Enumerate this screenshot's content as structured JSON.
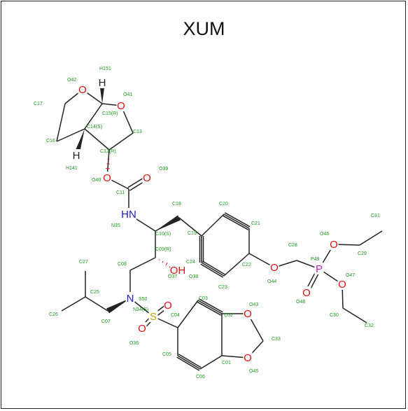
{
  "title": "XUM",
  "atoms": {
    "O42": {
      "symbol": "O",
      "label": "O42"
    },
    "H151": {
      "symbol": "H",
      "label": "H151"
    },
    "O41": {
      "symbol": "O",
      "label": "O41"
    },
    "C17": {
      "label": "C17"
    },
    "C15": {
      "label": "C15(R)"
    },
    "C14": {
      "label": "C14(S)"
    },
    "C13": {
      "label": "C13"
    },
    "C16": {
      "label": "C16"
    },
    "C12": {
      "label": "C12(R)"
    },
    "H141": {
      "symbol": "H",
      "label": "H141"
    },
    "O39": {
      "symbol": "O",
      "label": "O39"
    },
    "O40": {
      "symbol": "O",
      "label": "O40"
    },
    "C11": {
      "label": "C11"
    },
    "C18": {
      "label": "C18"
    },
    "C20": {
      "label": "C20"
    },
    "N35": {
      "symbol": "HN",
      "label": "N35"
    },
    "C10": {
      "label": "C10(S)"
    },
    "C19": {
      "label": "C19"
    },
    "C21": {
      "label": "C21"
    },
    "C31": {
      "label": "C31"
    },
    "O46": {
      "symbol": "O",
      "label": "O46"
    },
    "C28": {
      "label": "C28"
    },
    "C29": {
      "label": "C29"
    },
    "C09": {
      "label": "C09(R)"
    },
    "P49": {
      "symbol": "P",
      "label": "P49"
    },
    "C27": {
      "label": "C27"
    },
    "C08": {
      "label": "C08"
    },
    "C24": {
      "label": "C24"
    },
    "C22": {
      "label": "C22"
    },
    "O37": {
      "symbol": "OH",
      "label": "O37"
    },
    "O38": {
      "label": "O38"
    },
    "O47": {
      "symbol": "O",
      "label": "O47"
    },
    "C23": {
      "label": "C23"
    },
    "O44": {
      "symbol": "O",
      "label": "O44"
    },
    "C25": {
      "label": "C25"
    },
    "N34": {
      "symbol": "N",
      "label": "N34(S)"
    },
    "S50": {
      "symbol": "S",
      "label": "S50"
    },
    "O48": {
      "symbol": "O",
      "label": "O48"
    },
    "C03": {
      "label": "C03"
    },
    "C04": {
      "label": "C04"
    },
    "C02": {
      "label": "C02"
    },
    "O43": {
      "symbol": "O",
      "label": "O43"
    },
    "C30": {
      "label": "C30"
    },
    "C32": {
      "label": "C32"
    },
    "C26": {
      "label": "C26"
    },
    "C07": {
      "label": "C07"
    },
    "C33": {
      "label": "C33"
    },
    "O36": {
      "symbol": "O",
      "label": "O36"
    },
    "C05": {
      "label": "C05"
    },
    "C01": {
      "label": "C01"
    },
    "O45": {
      "symbol": "O",
      "label": "O45"
    },
    "C06": {
      "label": "C06"
    }
  },
  "colors": {
    "oxygen": "#e01010",
    "nitrogen": "#1a1ad0",
    "sulfur": "#c8a400",
    "phosphorus": "#c020c0",
    "hydrogen": "#222222",
    "label": "#1a9a1a",
    "bond": "#222222"
  }
}
